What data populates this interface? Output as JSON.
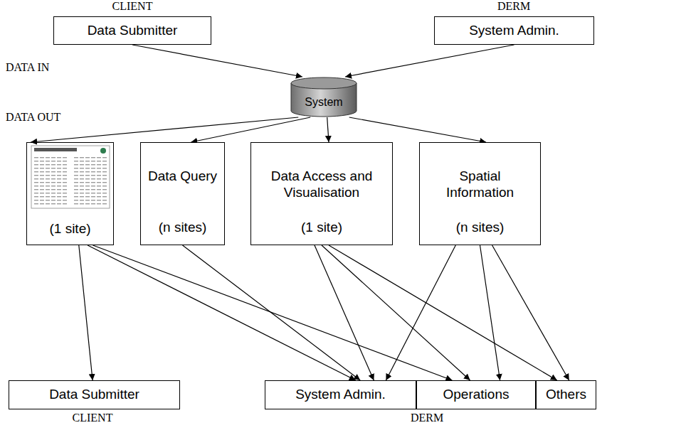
{
  "diagram": {
    "nodes": [
      {
        "text": [
          "Data Submitter"
        ]
      },
      {
        "text": [
          "System Admin."
        ]
      },
      {
        "text": [
          "System"
        ]
      },
      {
        "text": [
          "(1 site)"
        ]
      },
      {
        "text": [
          "Data Query",
          "(n sites)"
        ]
      },
      {
        "text": [
          "Data Access and Visualisation",
          "(1 site)"
        ]
      },
      {
        "text": [
          "Spatial Information",
          "(n sites)"
        ]
      },
      {
        "text": [
          "Data Submitter"
        ]
      },
      {
        "text": [
          "System Admin."
        ]
      },
      {
        "text": [
          "Operations"
        ]
      },
      {
        "text": [
          "Others"
        ]
      }
    ],
    "edges": [
      {
        "from": 0,
        "to": 2,
        "arrow": "to"
      },
      {
        "from": 1,
        "to": 2,
        "arrow": "to"
      },
      {
        "from": 2,
        "to": 3,
        "arrow": "to"
      },
      {
        "from": 2,
        "to": 4,
        "arrow": "to"
      },
      {
        "from": 2,
        "to": 5,
        "arrow": "to"
      },
      {
        "from": 2,
        "to": 6,
        "arrow": "to"
      },
      {
        "from": 3,
        "to": 7,
        "arrow": "to"
      },
      {
        "from": 3,
        "to": 8,
        "arrow": "to"
      },
      {
        "from": 3,
        "to": 9,
        "arrow": "to"
      },
      {
        "from": 4,
        "to": 8,
        "arrow": "to"
      },
      {
        "from": 5,
        "to": 8,
        "arrow": "to"
      },
      {
        "from": 5,
        "to": 9,
        "arrow": "to"
      },
      {
        "from": 5,
        "to": 10,
        "arrow": "to"
      },
      {
        "from": 6,
        "to": 8,
        "arrow": "to"
      },
      {
        "from": 6,
        "to": 9,
        "arrow": "to"
      },
      {
        "from": 6,
        "to": 10,
        "arrow": "to"
      }
    ],
    "labels": [
      "CLIENT",
      "DERM",
      "DATA IN",
      "DATA OUT",
      "CLIENT",
      "DERM"
    ]
  }
}
